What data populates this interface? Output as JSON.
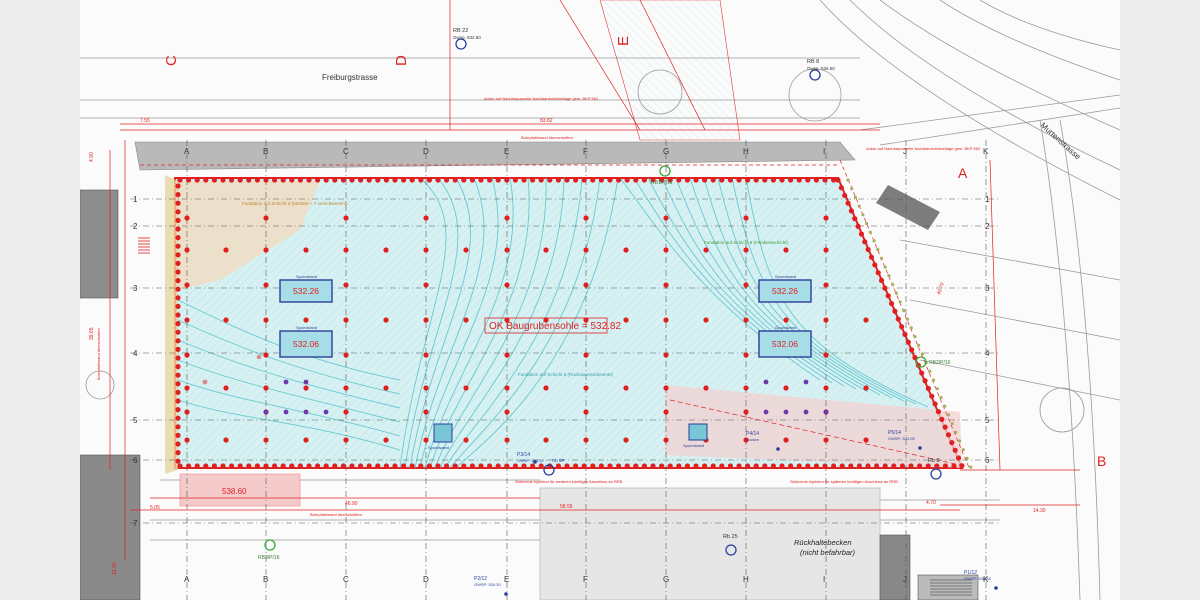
{
  "colors": {
    "red": "#e02020",
    "blue": "#2a3f9a",
    "purple": "#6a3aa8",
    "cyan": "#5cc4cc",
    "cyan_fill": "#cdeff2",
    "green": "#3aa83a",
    "tan_fill": "#f3dcc0",
    "pink_fill": "#f3d0d0"
  },
  "streets": {
    "freiburg": "Freiburgstrasse",
    "murten": "Murtenstrasse"
  },
  "grid_cols": [
    "A",
    "B",
    "C",
    "D",
    "E",
    "F",
    "G",
    "H",
    "I",
    "J",
    "K"
  ],
  "grid_rows": [
    "1",
    "2",
    "3",
    "4",
    "5",
    "6",
    "7"
  ],
  "section_marks": {
    "c": "C",
    "d": "D",
    "e": "E",
    "a": "A",
    "b": "B"
  },
  "main_label": "OK Baugrubensohle = 532.82",
  "pits": [
    {
      "label": "Spundwand",
      "value": "532.26"
    },
    {
      "label": "Spundwand",
      "value": "532.06"
    },
    {
      "label": "Spundwand",
      "value": "532.26"
    },
    {
      "label": "Spundwand",
      "value": "532.06"
    }
  ],
  "small_boxes": [
    {
      "label": "Spundwand"
    },
    {
      "label": "Spundwand"
    }
  ],
  "wells": [
    {
      "id": "RB 22",
      "note": "Gwsp. 532.50"
    },
    {
      "id": "RB 8",
      "note": "Gwsp. 536.50"
    },
    {
      "id": "Rb 25",
      "note": ""
    },
    {
      "id": "Rb 3",
      "note": ""
    }
  ],
  "piezometers": [
    {
      "id": "RB1/P/16"
    },
    {
      "id": "RB2/P/16"
    },
    {
      "id": "RB3/P/16"
    }
  ],
  "probes": [
    {
      "id": "P3/14",
      "note": "GWSP: 535.52"
    },
    {
      "id": "P4/14",
      "note": "trocken"
    },
    {
      "id": "P5/14",
      "note": "GWSP: 533.05"
    },
    {
      "id": "P2/12",
      "note": "GWSP: 534.30"
    },
    {
      "id": "P1/12",
      "note": "GWSP: 536.28"
    }
  ],
  "rb5p": "Rb 5P",
  "notes": {
    "fundation_1": "Fundation auf Schicht 2 (Moräne + 7 verschwemmt)",
    "fundation_2": "Fundation auf Schicht 6 (Feinkiesschicht)",
    "fundation_3": "Fundation auf Schicht 5 (Rückstaussedimente)",
    "anker_1": "Anker auf Nachbarparzelle Nachbarrechtsbeilage gem. BKP 562",
    "anker_2": "Anker auf Nachbarparzelle Nachbarrechtsbeilage gem. BKP 562",
    "sickerrohr_1": "Sickernde Injektion für weiteren künftigen Anschluss an RRB",
    "sickerrohr_2": "Sickernde Injektion für späteren künftigen Anschluss an RRB",
    "bohrpfahl_1": "Bohrpfahlwand überschnitten",
    "bohrpfahl_2": "Bohrpfahlwand überschnitten",
    "bohrpfahl_3": "Bohrpfahlwand überschnitten"
  },
  "elev_538": "538.60",
  "retention_label_1": "Rückhaltebecken",
  "retention_label_2": "(nicht befahrbar)",
  "dims": {
    "top_1": "7.55",
    "top_2": "83.82",
    "left_1": "4.90",
    "left_2": "39.65",
    "bottom_1": "5.05",
    "bottom_2": "46.90",
    "bottom_3": "58.55",
    "right_1": "4.70",
    "right_2": "14.30",
    "left_bottom": "13.20",
    "diag": "45.70"
  }
}
